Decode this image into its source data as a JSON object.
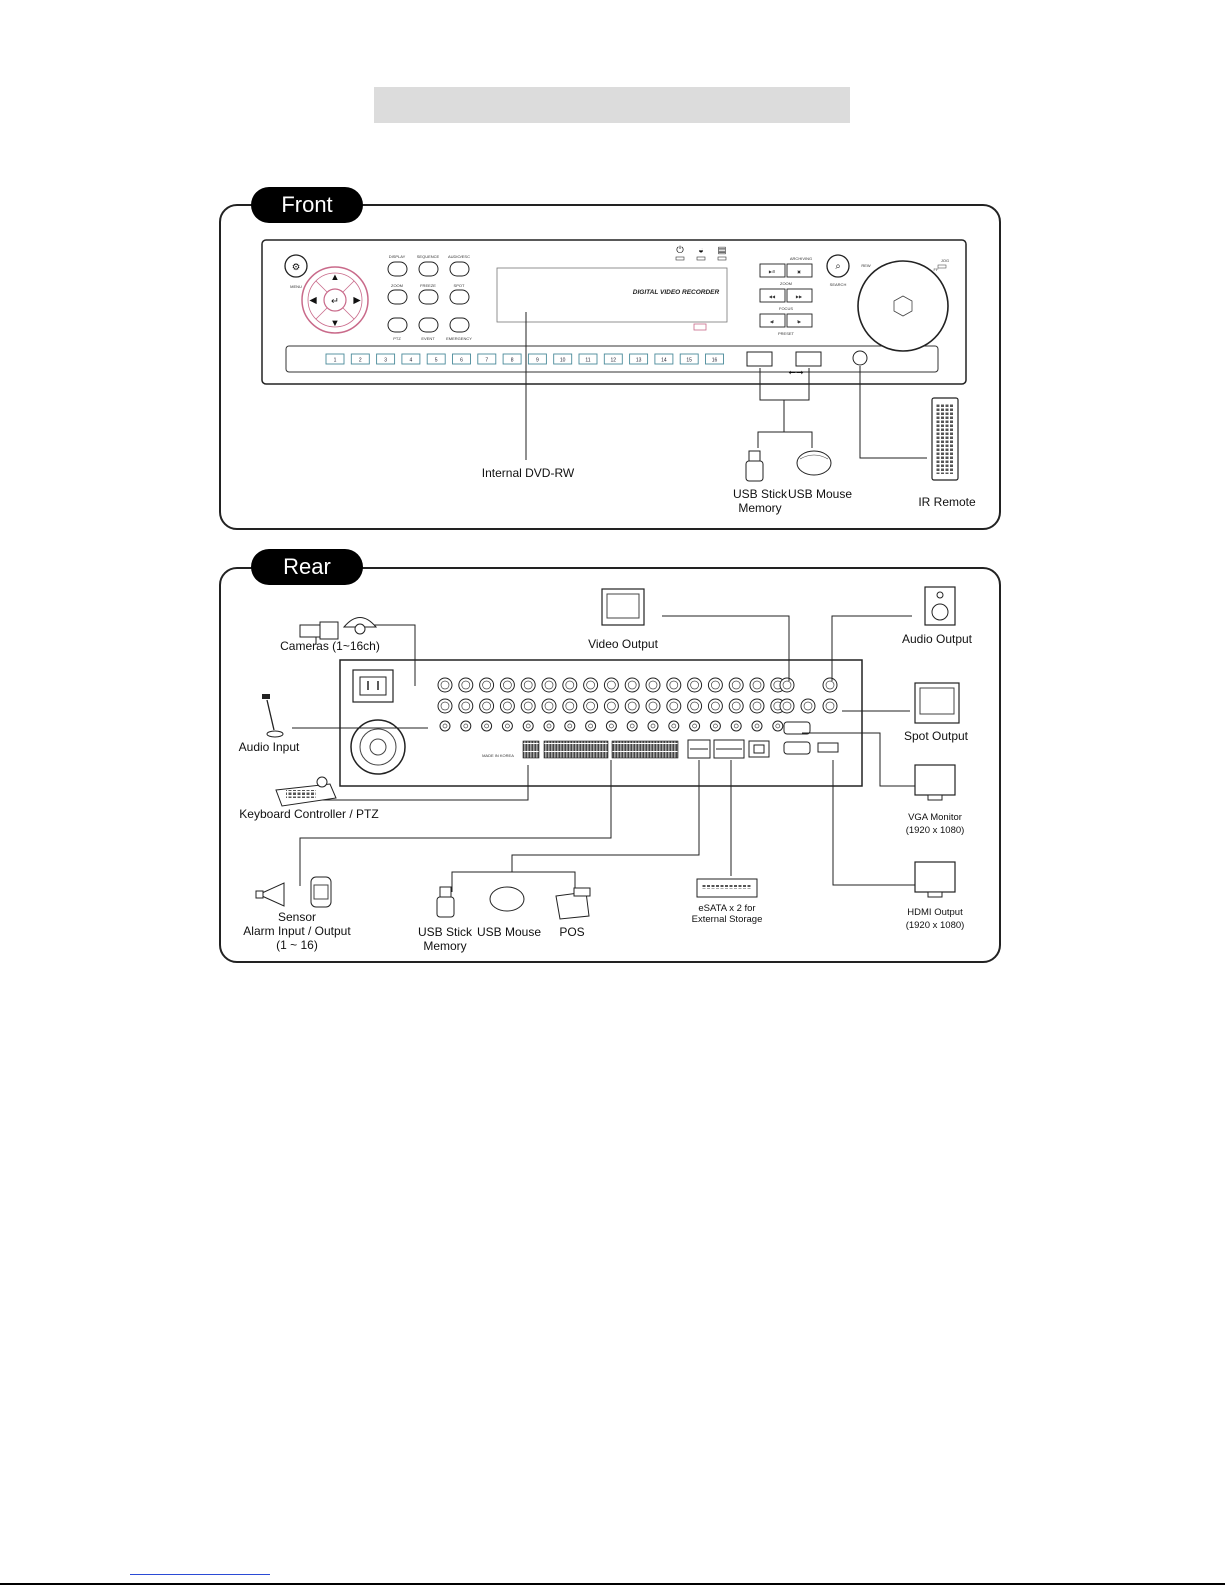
{
  "tabs": {
    "front": "Front",
    "rear": "Rear"
  },
  "front": {
    "buttons": [
      "DISPLAY",
      "SEQUENCE",
      "AUDIO/ESC",
      "ZOOM",
      "FREEZE",
      "SPOT",
      "PTZ",
      "EVENT",
      "EMERGENCY"
    ],
    "menu": "MENU",
    "search": "SEARCH",
    "archiving": "ARCHIVING",
    "zoom": "ZOOM",
    "focus": "FOCUS",
    "preset": "PRESET",
    "jog": "JOG",
    "rew": "REW",
    "ff": "FF",
    "dvr_title": "DIGITAL VIDEO RECORDER",
    "channels": [
      "1",
      "2",
      "3",
      "4",
      "5",
      "6",
      "7",
      "8",
      "9",
      "10",
      "11",
      "12",
      "13",
      "14",
      "15",
      "16"
    ],
    "labels": {
      "dvd": "Internal DVD-RW",
      "usb_stick": [
        "USB Stick",
        "Memory"
      ],
      "usb_mouse": "USB Mouse",
      "ir_remote": "IR Remote"
    }
  },
  "rear": {
    "made_in": "MADE IN KOREA",
    "labels": {
      "cameras": "Cameras (1~16ch)",
      "audio_input": "Audio Input",
      "keyboard": "Keyboard Controller / PTZ",
      "sensor": [
        "Sensor",
        "Alarm Input / Output",
        "(1 ~ 16)"
      ],
      "usb_stick": [
        "USB Stick",
        "Memory"
      ],
      "usb_mouse": "USB Mouse",
      "pos": "POS",
      "esata": [
        "eSATA x 2 for",
        "External Storage"
      ],
      "video_output": "Video Output",
      "audio_output": "Audio Output",
      "spot_output": "Spot Output",
      "vga": [
        "VGA Monitor",
        "(1920 x 1080)"
      ],
      "hdmi": [
        "HDMI Output",
        "(1920 x 1080)"
      ]
    }
  }
}
